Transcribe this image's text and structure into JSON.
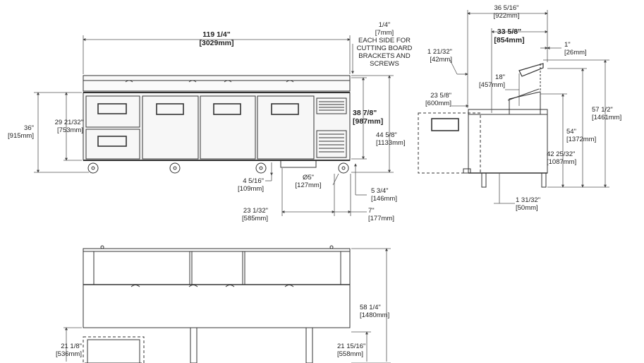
{
  "colors": {
    "line": "#333333",
    "dim": "#555555",
    "panel": "#f2f2f2"
  },
  "notes": {
    "cutting_board": [
      "1/4\"",
      "[7mm]",
      "EACH SIDE FOR",
      "CUTTING BOARD",
      "BRACKETS AND",
      "SCREWS"
    ]
  },
  "dims": {
    "overall_width": [
      "119 1/4\"",
      "[3029mm]"
    ],
    "height_36": [
      "36\"",
      "[915mm]"
    ],
    "height_29": [
      "29 21/32\"",
      "[753mm]"
    ],
    "depth_38": [
      "38 7/8\"",
      "[987mm]"
    ],
    "height_44": [
      "44 5/8\"",
      "[1133mm]"
    ],
    "caster_4": [
      "4 5/16\"",
      "[109mm]"
    ],
    "caster_dia": [
      "Ø5\"",
      "[127mm]"
    ],
    "caster_5": [
      "5 3/4\"",
      "[146mm]"
    ],
    "dim_23": [
      "23 1/32\"",
      "[585mm]"
    ],
    "dim_7": [
      "7\"",
      "[177mm]"
    ],
    "side_36": [
      "36 5/16\"",
      "[922mm]"
    ],
    "side_33": [
      "33 5/8\"",
      "[854mm]"
    ],
    "side_1in": [
      "1\"",
      "[26mm]"
    ],
    "side_1_21": [
      "1 21/32\"",
      "[42mm]"
    ],
    "side_18": [
      "18\"",
      "[457mm]"
    ],
    "side_23": [
      "23 5/8\"",
      "[600mm]"
    ],
    "side_57": [
      "57 1/2\"",
      "[1461mm]"
    ],
    "side_54": [
      "54\"",
      "[1372mm]"
    ],
    "side_42": [
      "42 25/32\"",
      "[1087mm]"
    ],
    "side_1_31": [
      "1 31/32\"",
      "[50mm]"
    ],
    "front_58": [
      "58 1/4\"",
      "[1480mm]"
    ],
    "front_21_1": [
      "21 1/8\"",
      "[536mm]"
    ],
    "front_21_15": [
      "21 15/16\"",
      "[558mm]"
    ]
  }
}
